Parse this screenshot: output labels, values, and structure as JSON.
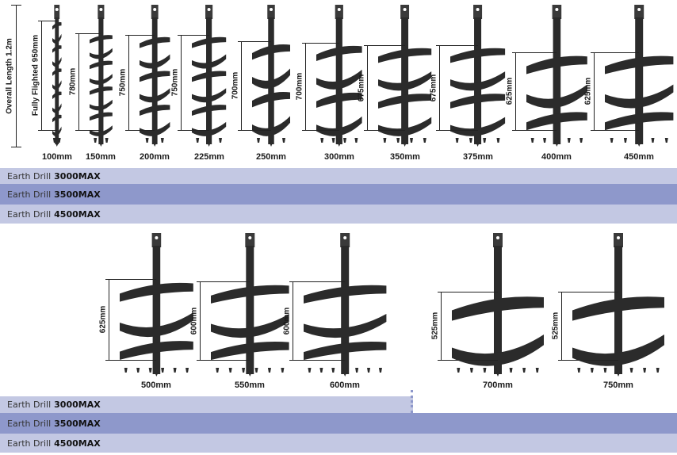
{
  "overall_length_label": "Overall Length 1.2m",
  "top_row": [
    {
      "diameter": "100mm",
      "length": "Fully Flighted 950mm",
      "turns": 10,
      "width": 0.12
    },
    {
      "diameter": "150mm",
      "length": "780mm",
      "turns": 8,
      "width": 0.3
    },
    {
      "diameter": "200mm",
      "length": "750mm",
      "turns": 6,
      "width": 0.4
    },
    {
      "diameter": "225mm",
      "length": "750mm",
      "turns": 6,
      "width": 0.45
    },
    {
      "diameter": "250mm",
      "length": "700mm",
      "turns": 4,
      "width": 0.5
    },
    {
      "diameter": "300mm",
      "length": "700mm",
      "turns": 4,
      "width": 0.6
    },
    {
      "diameter": "350mm",
      "length": "675mm",
      "turns": 4,
      "width": 0.7
    },
    {
      "diameter": "375mm",
      "length": "675mm",
      "turns": 4,
      "width": 0.72
    },
    {
      "diameter": "400mm",
      "length": "625mm",
      "turns": 3,
      "width": 0.8
    },
    {
      "diameter": "450mm",
      "length": "625mm",
      "turns": 3,
      "width": 0.9
    }
  ],
  "bottom_row": [
    {
      "diameter": "500mm",
      "length": "625mm",
      "turns": 3,
      "width": 0.8
    },
    {
      "diameter": "550mm",
      "length": "600mm",
      "turns": 3,
      "width": 0.85
    },
    {
      "diameter": "600mm",
      "length": "600mm",
      "turns": 3,
      "width": 0.9
    },
    {
      "diameter": "700mm",
      "length": "525mm",
      "turns": 2,
      "width": 1.0
    },
    {
      "diameter": "750mm",
      "length": "525mm",
      "turns": 2,
      "width": 1.0
    }
  ],
  "bands": {
    "prefix": "Earth Drill",
    "m3000": "3000MAX",
    "m3500": "3500MAX",
    "m4500": "4500MAX"
  },
  "colors": {
    "band_light": "#c3c8e3",
    "band_dark": "#8e98cb",
    "auger": "#2b2b2b"
  }
}
